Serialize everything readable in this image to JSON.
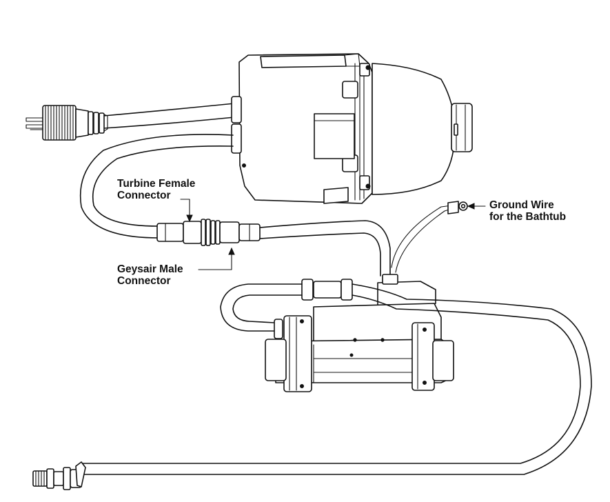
{
  "labels": {
    "turbine_female": {
      "line1": "Turbine Female",
      "line2": "Connector"
    },
    "geysair_male": {
      "line1": "Geysair Male",
      "line2": "Connector"
    },
    "ground_wire": {
      "line1": "Ground Wire",
      "line2": "for the Bathtub"
    }
  }
}
